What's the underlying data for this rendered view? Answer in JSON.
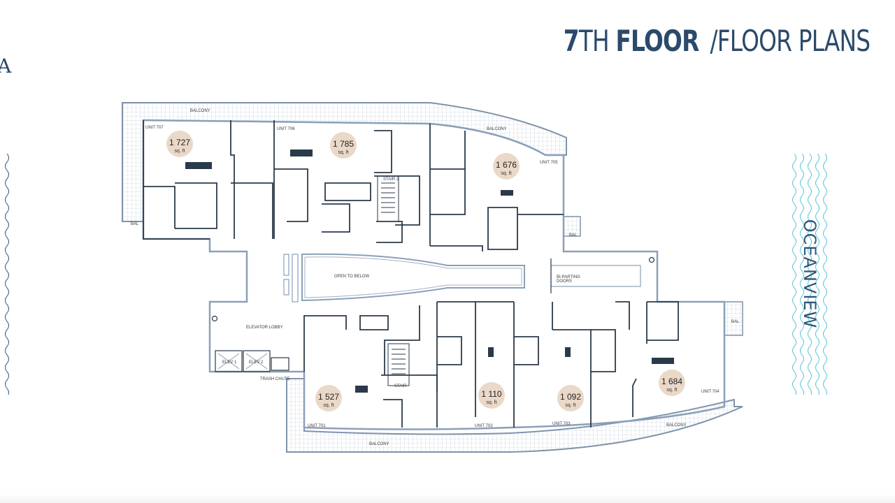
{
  "header": {
    "title_num": "7",
    "title_th": "TH",
    "title_floor": "FLOOR",
    "title_sep": "/FLOOR PLANS"
  },
  "brand_fragment": "A",
  "side_label": "OCEANVIEW",
  "colors": {
    "title": "#2b4a6b",
    "wall": "#2b3a4a",
    "outline": "#8aa0b8",
    "badge": "#ead8c8",
    "wave_left": "#3b5a7a",
    "wave_right": "#5bc5d8"
  },
  "units": [
    {
      "unit": "UNIT 707",
      "area": "1 727",
      "unit_label": "sq. ft"
    },
    {
      "unit": "UNIT 706",
      "area": "1 785",
      "unit_label": "sq. ft"
    },
    {
      "unit": "UNIT 705",
      "area": "1 676",
      "unit_label": "sq. ft"
    },
    {
      "unit": "UNIT 701",
      "area": "1 527",
      "unit_label": "sq. ft"
    },
    {
      "unit": "UNIT 702",
      "area": "1 110",
      "unit_label": "sq. ft"
    },
    {
      "unit": "UNIT 703",
      "area": "1 092",
      "unit_label": "sq. ft"
    },
    {
      "unit": "UNIT 704",
      "area": "1 684",
      "unit_label": "sq. ft"
    }
  ],
  "labels": {
    "balcony": "BALCONY",
    "bal": "BAL",
    "open_to_below": "OPEN TO BELOW",
    "bi_parting_1": "BI-PARTING",
    "bi_parting_2": "DOORS",
    "elevator_lobby": "ELEVATOR LOBBY",
    "elev_1": "ELEV 1",
    "elev_2": "ELEV 2",
    "trash_chute": "TRASH CHUTE",
    "stair_2": "STAIR 2",
    "stair": "STAIR"
  }
}
